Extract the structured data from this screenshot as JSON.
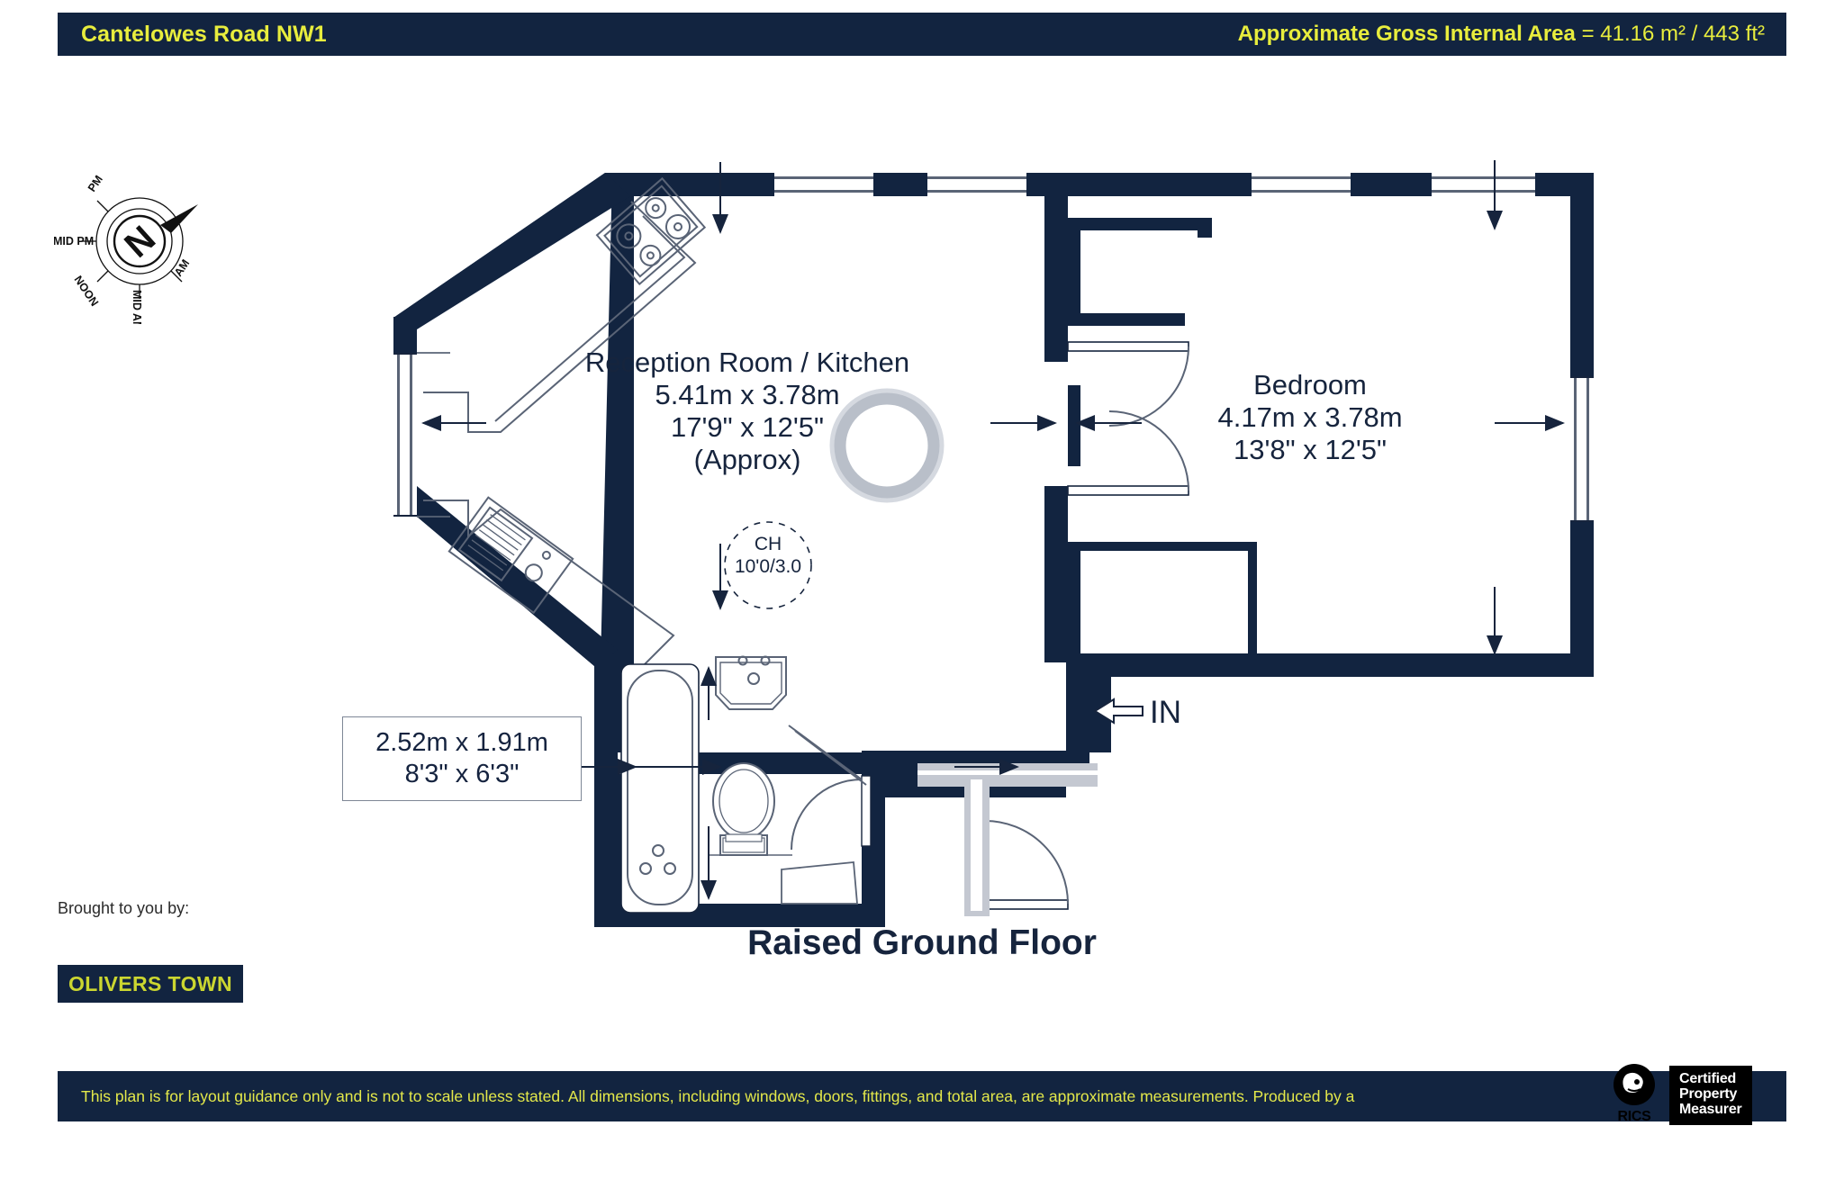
{
  "header": {
    "title": "Cantelowes Road NW1",
    "area_label": "Approximate Gross Internal Area",
    "area_value": "= 41.16 m² / 443 ft²",
    "bar_color": "#122440",
    "accent_color": "#e8ed3d"
  },
  "compass": {
    "north_letter": "N",
    "marks": [
      "PM",
      "MID PM",
      "NOON",
      "MID AM",
      "AM"
    ]
  },
  "plan": {
    "floor_title": "Raised Ground Floor",
    "rooms": [
      {
        "name": "Reception Room / Kitchen",
        "metric": "5.41m x 3.78m",
        "imperial": "17'9\" x 12'5\"",
        "note": "(Approx)"
      },
      {
        "name": "Bedroom",
        "metric": "4.17m x 3.78m",
        "imperial": "13'8\" x 12'5\"",
        "note": ""
      }
    ],
    "bathroom_dims": {
      "metric": "2.52m x 1.91m",
      "imperial": "8'3\" x 6'3\""
    },
    "ceiling_height": {
      "label": "CH",
      "value": "10'0/3.0"
    },
    "entrance_label": "IN",
    "wall_color": "#122440",
    "fixture_stroke": "#5a6476"
  },
  "branding": {
    "brought_by": "Brought to you by:",
    "agent": "OLIVERS TOWN"
  },
  "footer": {
    "disclaimer": "This plan is for layout guidance only and is not to scale unless stated. All dimensions, including windows, doors, fittings, and total area, are approximate measurements. Produced by a",
    "rics_word": "RICS",
    "cert_line1": "Certified",
    "cert_line2": "Property",
    "cert_line3": "Measurer"
  }
}
